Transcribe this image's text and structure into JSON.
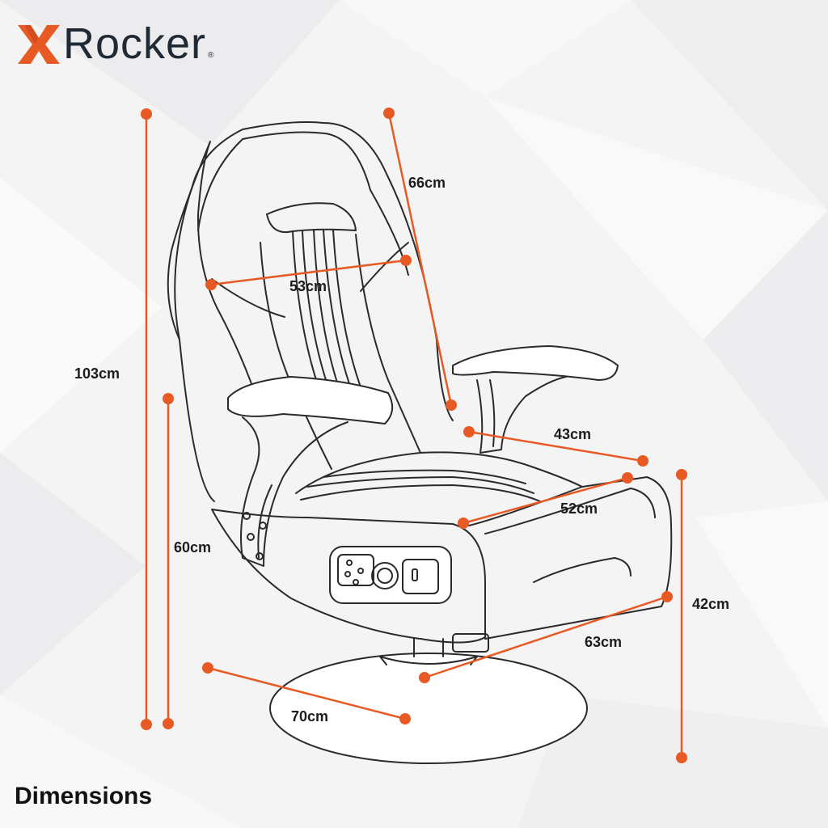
{
  "brand": {
    "logo_x": "X",
    "logo_text": "Rocker",
    "logo_reg": "®"
  },
  "colors": {
    "accent": "#e85a23",
    "outline": "#2a2a2a",
    "brand_text": "#1f2a35"
  },
  "dimensions": {
    "total_height": "103cm",
    "seat_height_from_floor": "60cm",
    "backrest_height": "66cm",
    "backrest_width": "53cm",
    "armrest_gap": "43cm",
    "seat_depth": "52cm",
    "base_length": "63cm",
    "side_height": "42cm",
    "base_diameter": "70cm"
  },
  "footer": {
    "title": "Dimensions"
  }
}
